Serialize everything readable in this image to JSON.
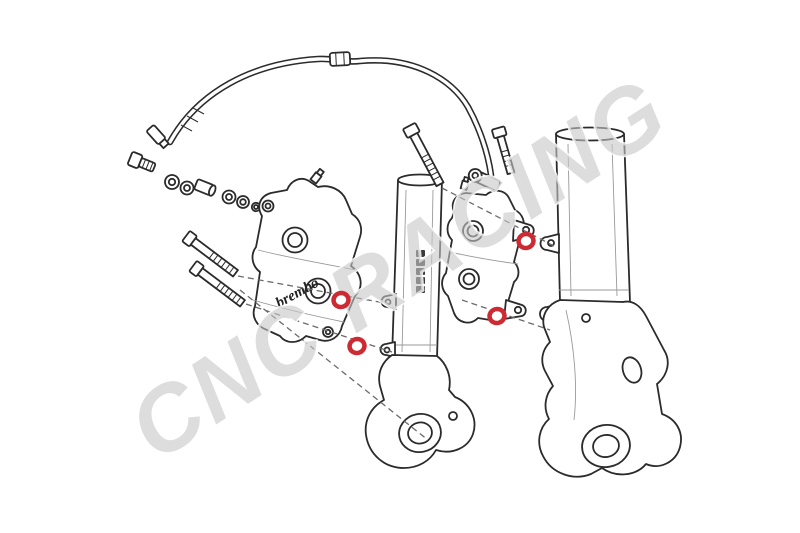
{
  "scene": {
    "type": "technical-parts-diagram",
    "background_color": "#ffffff"
  },
  "watermark": {
    "text": "CNC RACING"
  },
  "calipers": {
    "brand_text": "brembo"
  },
  "colors": {
    "line": "#2b2b2b",
    "highlight": "#cc2b33",
    "watermark": "#c6c6c6"
  },
  "highlighted_parts": {
    "label": "caliper-spacer-ring",
    "count": 4
  },
  "parts": [
    "brake-hose",
    "hose-end-fitting",
    "hose-connector",
    "banjo-bolt",
    "washers",
    "hose-union",
    "mounting-bolts",
    "banjo-fitting",
    "left-brake-caliper",
    "right-brake-caliper",
    "left-fork-leg",
    "right-fork-leg",
    "spacer-rings",
    "assembly-guides"
  ]
}
